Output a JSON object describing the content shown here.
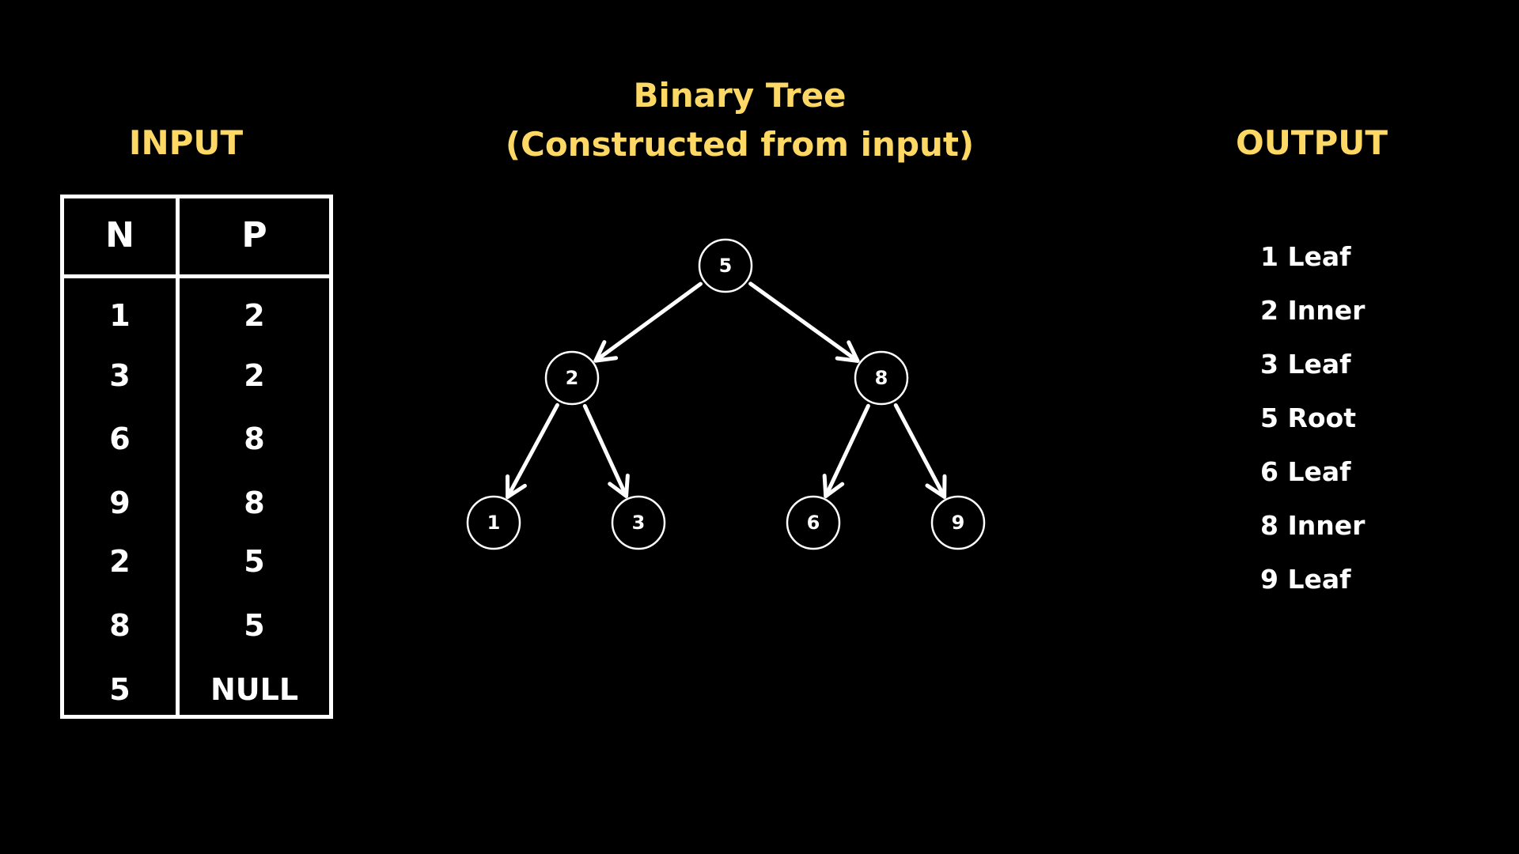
{
  "input": {
    "heading": "INPUT",
    "columns": [
      "N",
      "P"
    ],
    "rows": [
      [
        "1",
        "2"
      ],
      [
        "3",
        "2"
      ],
      [
        "6",
        "8"
      ],
      [
        "9",
        "8"
      ],
      [
        "2",
        "5"
      ],
      [
        "8",
        "5"
      ],
      [
        "5",
        "NULL"
      ]
    ]
  },
  "tree": {
    "heading_line1": "Binary Tree",
    "heading_line2": "(Constructed from input)",
    "nodes": [
      {
        "id": "5",
        "label": "5"
      },
      {
        "id": "2",
        "label": "2"
      },
      {
        "id": "8",
        "label": "8"
      },
      {
        "id": "1",
        "label": "1"
      },
      {
        "id": "3",
        "label": "3"
      },
      {
        "id": "6",
        "label": "6"
      },
      {
        "id": "9",
        "label": "9"
      }
    ],
    "edges": [
      {
        "from": "5",
        "to": "2"
      },
      {
        "from": "5",
        "to": "8"
      },
      {
        "from": "2",
        "to": "1"
      },
      {
        "from": "2",
        "to": "3"
      },
      {
        "from": "8",
        "to": "6"
      },
      {
        "from": "8",
        "to": "9"
      }
    ]
  },
  "output": {
    "heading": "OUTPUT",
    "items": [
      "1 Leaf",
      "2 Inner",
      "3 Leaf",
      "5 Root",
      "6 Leaf",
      "8 Inner",
      "9 Leaf"
    ]
  },
  "colors": {
    "background": "#000000",
    "heading": "#fdd865",
    "foreground": "#ffffff"
  }
}
